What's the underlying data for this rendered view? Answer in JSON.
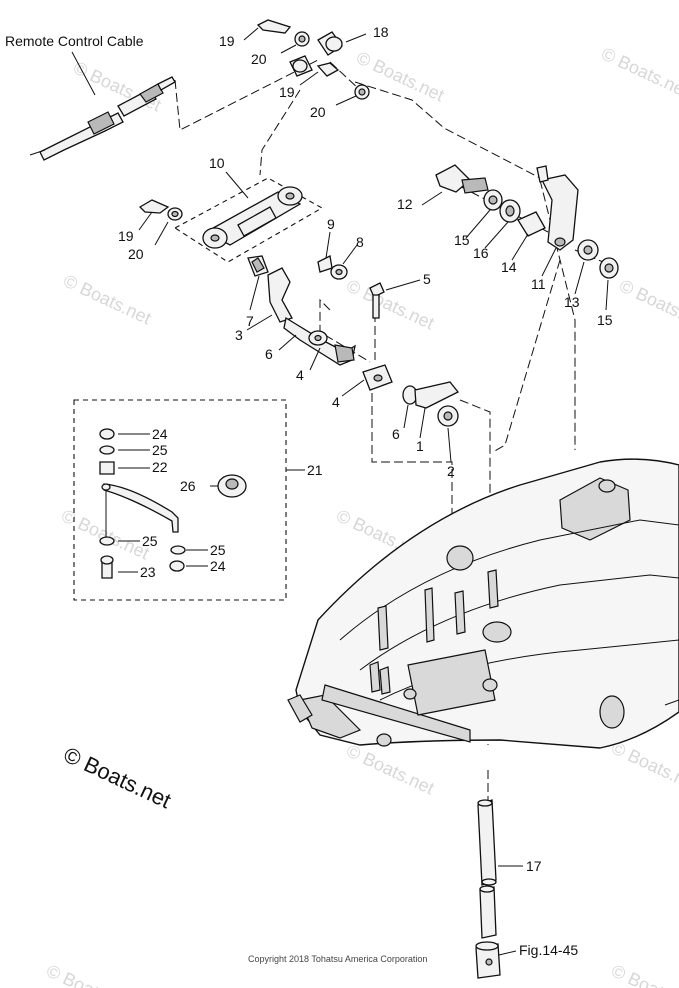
{
  "labels": {
    "remote_control_cable": "Remote Control Cable",
    "fig_ref": "Fig.14-45",
    "copyright": "Copyright 2018 Tohatsu America Corporation",
    "watermark": "© Boats.net"
  },
  "callouts": {
    "c1": "1",
    "c2": "2",
    "c3": "3",
    "c4a": "4",
    "c4b": "4",
    "c5": "5",
    "c6a": "6",
    "c6b": "6",
    "c7": "7",
    "c8": "8",
    "c9": "9",
    "c10": "10",
    "c11": "11",
    "c12": "12",
    "c13": "13",
    "c14": "14",
    "c15a": "15",
    "c15b": "15",
    "c16": "16",
    "c17": "17",
    "c18": "18",
    "c19a": "19",
    "c19b": "19",
    "c19c": "19",
    "c20a": "20",
    "c20b": "20",
    "c20c": "20",
    "c21": "21",
    "c22": "22",
    "c23": "23",
    "c24a": "24",
    "c24b": "24",
    "c25a": "25",
    "c25b": "25",
    "c25c": "25",
    "c26": "26"
  }
}
